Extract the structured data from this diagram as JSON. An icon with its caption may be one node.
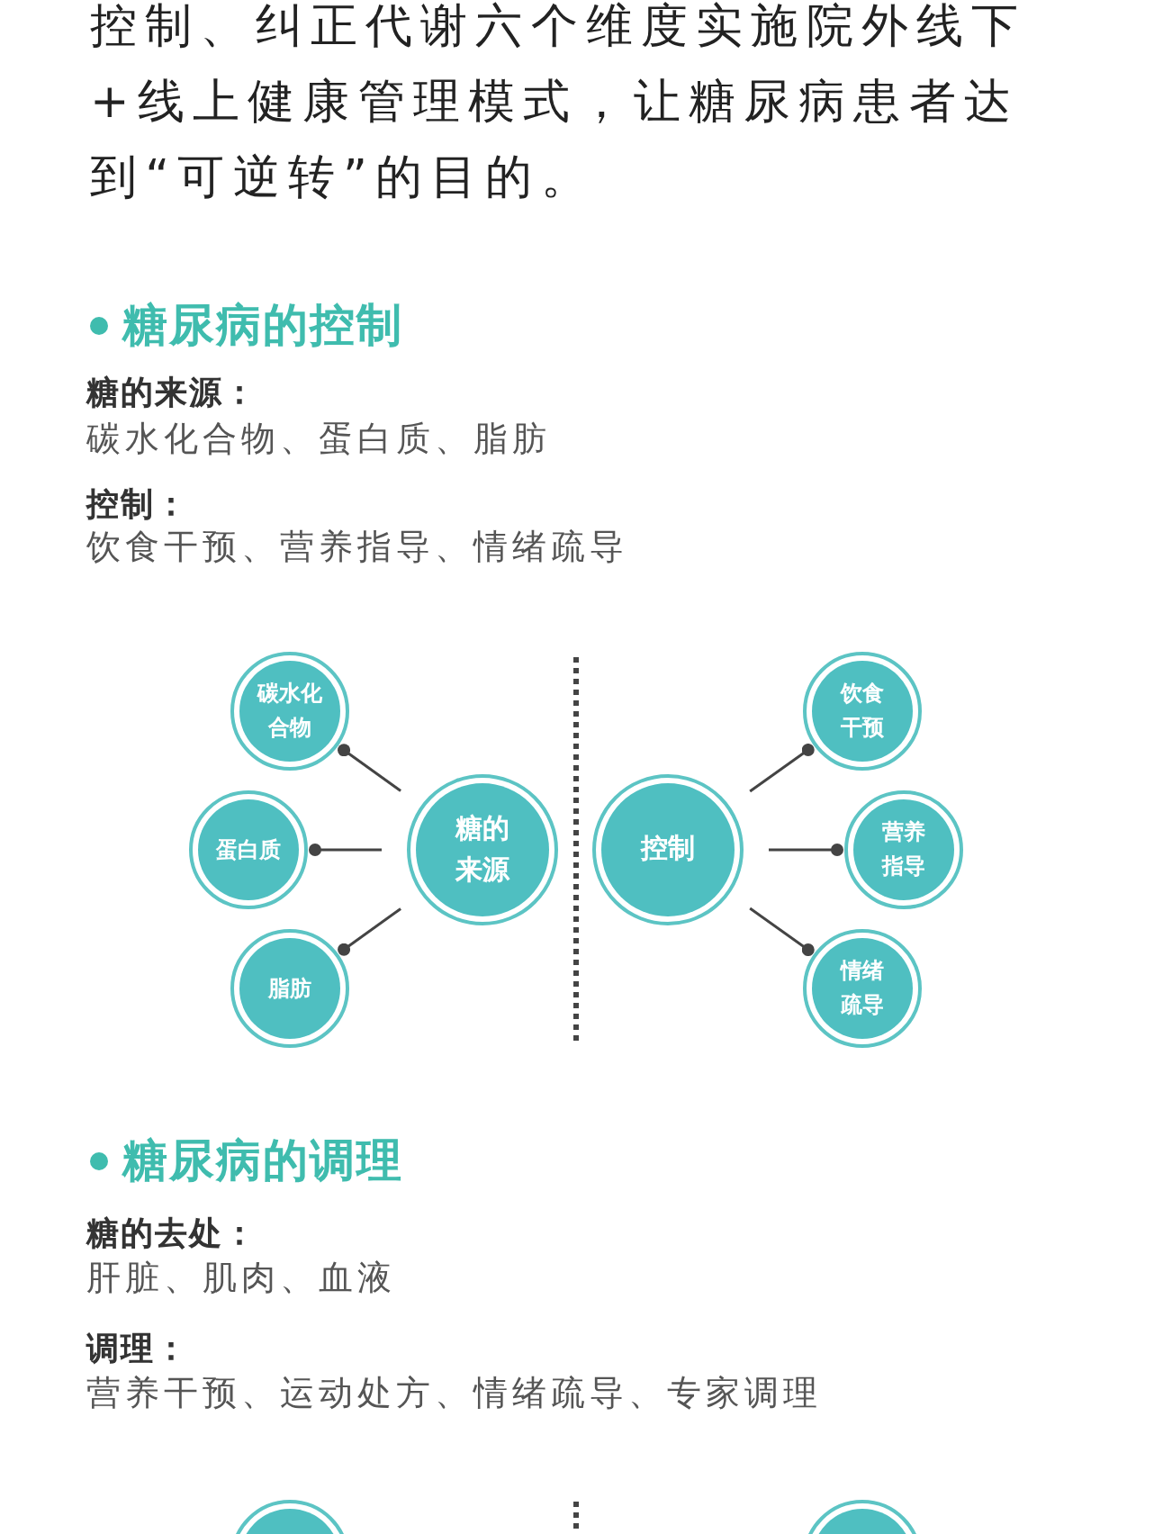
{
  "diagram": {
    "nodes": [
      {
        "text": [
          "碳水化合物"
        ]
      },
      {
        "text": [
          "蛋白质"
        ]
      },
      {
        "text": [
          "脂肪"
        ]
      },
      {
        "text": [
          "糖的来源"
        ]
      },
      {
        "text": [
          "控制"
        ]
      },
      {
        "text": [
          "饮食干预"
        ]
      },
      {
        "text": [
          "营养指导"
        ]
      },
      {
        "text": [
          "情绪疏导"
        ]
      },
      {
        "text": [],
        "shape": "circle"
      },
      {
        "text": [],
        "shape": "circle"
      }
    ],
    "edges": [
      {
        "from": 3,
        "to": 0,
        "arrow": "other"
      },
      {
        "from": 3,
        "to": 1,
        "arrow": "other"
      },
      {
        "from": 3,
        "to": 2,
        "arrow": "other"
      },
      {
        "from": 4,
        "to": 5,
        "arrow": "other"
      },
      {
        "from": 4,
        "to": 6,
        "arrow": "other"
      },
      {
        "from": 4,
        "to": 7,
        "arrow": "other"
      }
    ],
    "labels": [
      "控制、纠正代谢六个维度实施院外线下+线上健康管理模式，让糖尿病患者达到“可逆转”的目的。",
      "糖尿病的控制",
      "糖的来源：",
      "碳水化合物、蛋白质、脂肪",
      "控制：",
      "饮食干预、营养指导、情绪疏导",
      "糖尿病的调理",
      "糖的去处：",
      "肝脏、肌肉、血液",
      "调理：",
      "营养干预、运动处方、情绪疏导、专家调理"
    ]
  }
}
